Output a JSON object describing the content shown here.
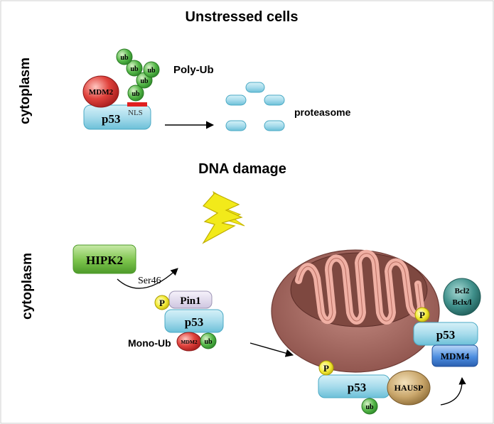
{
  "sections": {
    "top_title": "Unstressed cells",
    "bottom_title": "DNA damage",
    "cytoplasm_top": "cytoplasm",
    "cytoplasm_bottom": "cytoplasm"
  },
  "top_panel": {
    "mdm2": "MDM2",
    "p53": "p53",
    "nls": "NLS",
    "ub_label": "ub",
    "poly_ub": "Poly-Ub",
    "proteasome": "proteasome"
  },
  "bottom_panel": {
    "hipk2": "HIPK2",
    "ser46": "Ser46",
    "pin1": "Pin1",
    "p53": "p53",
    "phospho": "P",
    "mono_ub": "Mono-Ub",
    "mdm2": "MDM2",
    "ub_label": "ub",
    "hausp": "HAUSP",
    "bcl2": "Bcl2",
    "bclxl": "Bclx/l",
    "mdm4": "MDM4"
  },
  "colors": {
    "p53_fill": "#a8dcec",
    "ub_green": "#55b748",
    "mdm2_red": "#d63a3a",
    "hipk2_green": "#7cc44c",
    "phospho_yellow": "#f3ea34",
    "mito_outer": "#a86a62",
    "mito_cristae": "#f0b0a4",
    "bolt_yellow": "#f2ea1a",
    "hausp": "#c9a66b",
    "bcl2": "#3f8f8a",
    "mdm4": "#3f7fd0",
    "nls_bar": "#e02020"
  }
}
